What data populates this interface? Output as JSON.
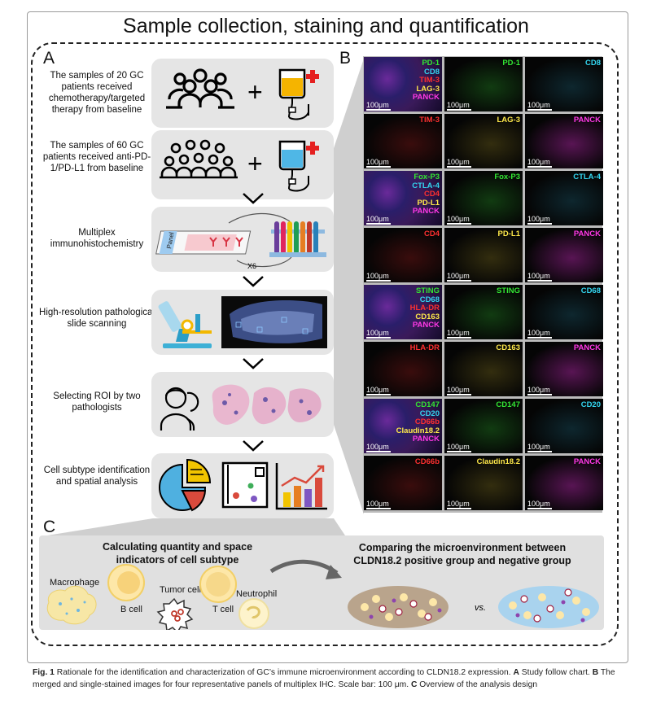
{
  "title": "Sample collection, staining and quantification",
  "panel_letters": {
    "a": "A",
    "b": "B",
    "c": "C"
  },
  "panel_a": {
    "steps": [
      {
        "text": "The samples of 20 GC patients received chemotherapy/targeted therapy from baseline"
      },
      {
        "text": "The samples of 60 GC patients  received anti-PD-1/PD-L1 from baseline"
      },
      {
        "text": "Multiplex immunohistochemistry"
      },
      {
        "text": "High-resolution pathological slide scanning"
      },
      {
        "text": "Selecting ROI by two pathologists"
      },
      {
        "text": "Cell subtype identification and spatial analysis"
      }
    ],
    "plus_symbol": "+",
    "panel_label": "Panel",
    "repeat_label": "X6"
  },
  "panel_b": {
    "scale_bar": "100μm",
    "rows": [
      {
        "merged": [
          {
            "t": "PD-1",
            "c": "#33e633"
          },
          {
            "t": "CD8",
            "c": "#33d6f0"
          },
          {
            "t": "TIM-3",
            "c": "#ff3030"
          },
          {
            "t": "LAG-3",
            "c": "#ffe94a"
          },
          {
            "t": "PANCK",
            "c": "#ff38e6"
          }
        ],
        "single": [
          {
            "t": "PD-1",
            "c": "#33e633"
          },
          {
            "t": "CD8",
            "c": "#33d6f0"
          }
        ]
      },
      {
        "single": [
          {
            "t": "TIM-3",
            "c": "#ff3030"
          },
          {
            "t": "LAG-3",
            "c": "#ffe94a"
          },
          {
            "t": "PANCK",
            "c": "#ff38e6"
          }
        ]
      },
      {
        "merged": [
          {
            "t": "Fox-P3",
            "c": "#33e633"
          },
          {
            "t": "CTLA-4",
            "c": "#33d6f0"
          },
          {
            "t": "CD4",
            "c": "#ff3030"
          },
          {
            "t": "PD-L1",
            "c": "#ffe94a"
          },
          {
            "t": "PANCK",
            "c": "#ff38e6"
          }
        ],
        "single": [
          {
            "t": "Fox-P3",
            "c": "#33e633"
          },
          {
            "t": "CTLA-4",
            "c": "#33d6f0"
          }
        ]
      },
      {
        "single": [
          {
            "t": "CD4",
            "c": "#ff3030"
          },
          {
            "t": "PD-L1",
            "c": "#ffe94a"
          },
          {
            "t": "PANCK",
            "c": "#ff38e6"
          }
        ]
      },
      {
        "merged": [
          {
            "t": "STING",
            "c": "#33e633"
          },
          {
            "t": "CD68",
            "c": "#33d6f0"
          },
          {
            "t": "HLA-DR",
            "c": "#ff3030"
          },
          {
            "t": "CD163",
            "c": "#ffe94a"
          },
          {
            "t": "PANCK",
            "c": "#ff38e6"
          }
        ],
        "single": [
          {
            "t": "STING",
            "c": "#33e633"
          },
          {
            "t": "CD68",
            "c": "#33d6f0"
          }
        ]
      },
      {
        "single": [
          {
            "t": "HLA-DR",
            "c": "#ff3030"
          },
          {
            "t": "CD163",
            "c": "#ffe94a"
          },
          {
            "t": "PANCK",
            "c": "#ff38e6"
          }
        ]
      },
      {
        "merged": [
          {
            "t": "CD147",
            "c": "#33e633"
          },
          {
            "t": "CD20",
            "c": "#33d6f0"
          },
          {
            "t": "CD66b",
            "c": "#ff3030"
          },
          {
            "t": "Claudin18.2",
            "c": "#ffe94a"
          },
          {
            "t": "PANCK",
            "c": "#ff38e6"
          }
        ],
        "single": [
          {
            "t": "CD147",
            "c": "#33e633"
          },
          {
            "t": "CD20",
            "c": "#33d6f0"
          }
        ]
      },
      {
        "single": [
          {
            "t": "CD66b",
            "c": "#ff3030"
          },
          {
            "t": "Claudin18.2",
            "c": "#ffe94a"
          },
          {
            "t": "PANCK",
            "c": "#ff38e6"
          }
        ]
      }
    ]
  },
  "panel_c": {
    "left_heading": "Calculating quantity and space indicators of cell subtype",
    "right_heading": "Comparing the microenvironment between CLDN18.2 positive group and negative group",
    "cells": {
      "macrophage": "Macrophage",
      "b_cell": "B cell",
      "tumor_cell": "Tumor cell",
      "t_cell": "T cell",
      "neutrophil": "Neutrophil"
    },
    "vs_label": "vs."
  },
  "caption": {
    "fig_label": "Fig. 1",
    "text_1": "  Rationale for the identification and characterization of GC’s immune microenvironment according to CLDN18.2 expression. ",
    "label_a": "A",
    "text_a": " Study follow chart. ",
    "label_b": "B",
    "text_b": " The merged and single-stained images for four representative panels of multiplex IHC. Scale bar: 100 μm. ",
    "label_c": "C",
    "text_c": " Overview of the analysis design"
  },
  "colors": {
    "card_bg": "#e5e5e5",
    "panel_c_bg": "#e0e0e0",
    "green": "#33e633",
    "cyan": "#33d6f0",
    "red": "#ff3030",
    "yellow": "#ffe94a",
    "magenta": "#ff38e6"
  },
  "icons": [
    "people-group-icon",
    "iv-drip-icon",
    "red-cross-icon",
    "chevron-down-icon",
    "antibody-icon",
    "test-tube-rack-icon",
    "microscope-icon",
    "slide-scan-image",
    "pathologists-icon",
    "tissue-section-image",
    "pie-chart-icon",
    "scatter-plot-icon",
    "bar-chart-icon",
    "curved-arrow-icon"
  ]
}
